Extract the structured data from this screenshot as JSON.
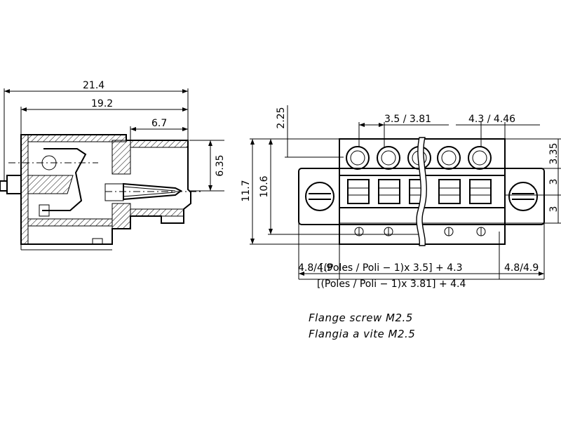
{
  "side_view": {
    "dim_overall_length": "21.4",
    "dim_body_length": "19.2",
    "dim_plug_length": "6.7",
    "dim_pitch_height": "6.35"
  },
  "front_view": {
    "dim_offset_top": "2.25",
    "dim_pitch": "3.5 / 3.81",
    "dim_flange_spacing": "4.3 / 4.46",
    "dim_total_height": "11.7",
    "dim_body_height": "10.6",
    "dim_right_top": "3.35",
    "dim_right_mid": "3",
    "dim_right_bottom": "3",
    "dim_edge_left": "4.8/4.9",
    "dim_edge_right": "4.8/4.9",
    "formula_35": "[(Poles / Poli − 1)x 3.5] + 4.3",
    "formula_381": "[(Poles / Poli − 1)x 3.81] + 4.4"
  },
  "notes": {
    "line1": "Flange screw M2.5",
    "line2": "Flangia a vite M2.5"
  }
}
